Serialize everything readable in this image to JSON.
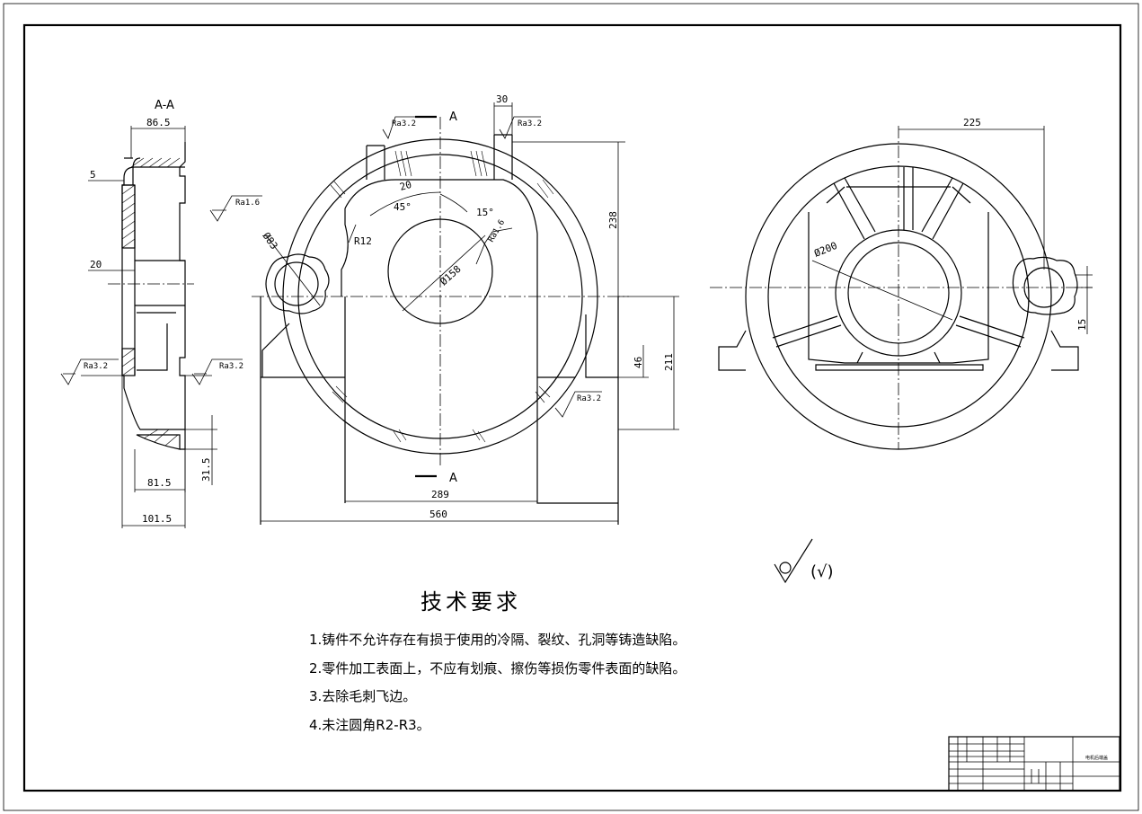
{
  "section_label": "A-A",
  "section_marks": [
    "A",
    "A"
  ],
  "dimensions": {
    "side_view": [
      "86.5",
      "5",
      "20",
      "81.5",
      "31.5",
      "101.5"
    ],
    "front_view": [
      "30",
      "238",
      "211",
      "46",
      "289",
      "560",
      "R12",
      "45°",
      "15°",
      "20",
      "Ø158",
      "Ø83"
    ],
    "right_view": [
      "225",
      "Ø200",
      "15"
    ]
  },
  "roughness": {
    "side_view": [
      "Ra3.2",
      "Ra3.2"
    ],
    "front_view": [
      "Ra3.2",
      "Ra3.2",
      "Ra1.6",
      "Ra1.6",
      "Ra3.2"
    ]
  },
  "general_roughness": "(√)",
  "technical_requirements": {
    "title": "技术要求",
    "items": [
      "1.铸件不允许存在有损于使用的冷隔、裂纹、孔洞等铸造缺陷。",
      "2.零件加工表面上，不应有划痕、擦伤等损伤零件表面的缺陷。",
      "3.去除毛刺飞边。",
      "4.未注圆角R2-R3。"
    ]
  },
  "title_block": {
    "part_name": "电机后端盖"
  }
}
